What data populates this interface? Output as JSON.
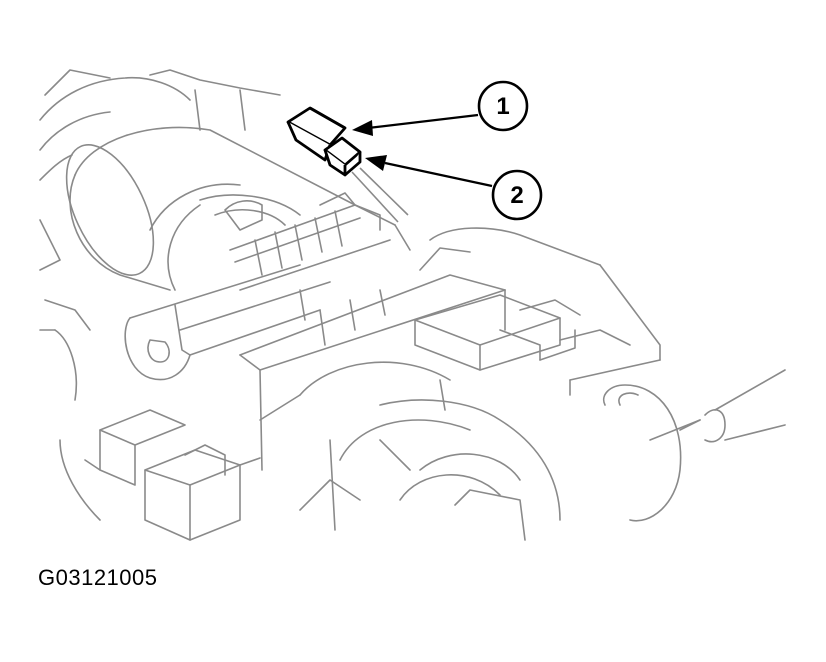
{
  "callouts": [
    {
      "label": "1"
    },
    {
      "label": "2"
    }
  ],
  "figure_code": "G03121005",
  "colors": {
    "line": "#8a8a8a",
    "ink": "#000000",
    "background": "#ffffff"
  }
}
